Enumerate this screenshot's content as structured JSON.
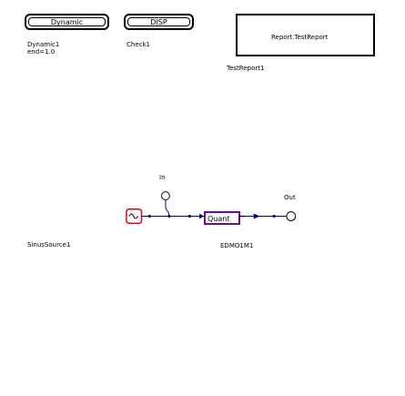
{
  "buttons": {
    "dynamic": "Dynamic",
    "disp": "DISP"
  },
  "labels": {
    "dynamic1": "Dynamic1",
    "end": "end=1.0",
    "check1": "Check1",
    "report_text": "Report.TestReport",
    "testreport1": "TestReport1",
    "in": "In",
    "out": "Out",
    "quant": "Quant",
    "sinussource1": "SinusSource1",
    "edmo1m1": "EDMO1M1"
  },
  "colors": {
    "wire": "#00008b",
    "source_border": "#dd0000",
    "quant_border": "#6a0d8c",
    "outline": "#000000"
  }
}
